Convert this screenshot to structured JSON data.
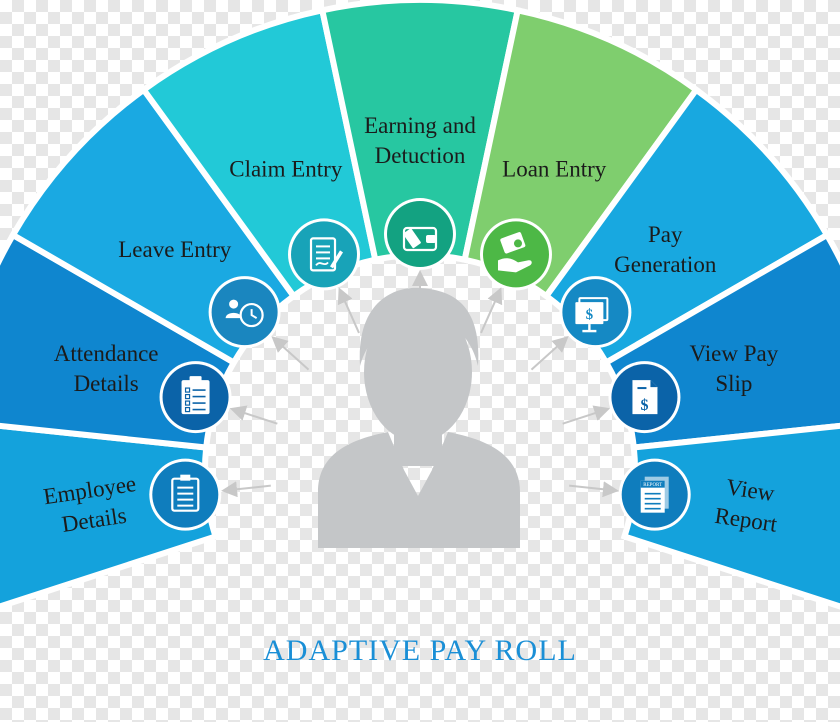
{
  "title": "ADAPTIVE PAY ROLL",
  "colors": {
    "title": "#1a8fd6",
    "person": "#c4c6c8",
    "arrow": "#c8c8c8",
    "divider": "#ffffff"
  },
  "segments": [
    {
      "id": "employee-details",
      "label": [
        "Employee",
        "Details"
      ],
      "icon": "document-form-icon",
      "color": "#14a2dc",
      "icon_color": "#0f7dbd"
    },
    {
      "id": "attendance-details",
      "label": [
        "Attendance",
        "Details"
      ],
      "icon": "checklist-clipboard-icon",
      "color": "#0f86cf",
      "icon_color": "#0b63a8"
    },
    {
      "id": "leave-entry",
      "label": [
        "Leave Entry"
      ],
      "icon": "user-clock-icon",
      "color": "#1aa9e2",
      "icon_color": "#1a86bf"
    },
    {
      "id": "claim-entry",
      "label": [
        "Claim Entry"
      ],
      "icon": "signed-document-icon",
      "color": "#22c9d7",
      "icon_color": "#18a3b8"
    },
    {
      "id": "earning-deduction",
      "label": [
        "Earning and",
        "Detuction"
      ],
      "icon": "wallet-cash-icon",
      "color": "#27c7a1",
      "icon_color": "#13a281"
    },
    {
      "id": "loan-entry",
      "label": [
        "Loan Entry"
      ],
      "icon": "hand-money-icon",
      "color": "#7fce6e",
      "icon_color": "#4db846"
    },
    {
      "id": "pay-generation",
      "label": [
        "Pay",
        "Generation"
      ],
      "icon": "monitor-dollar-icon",
      "color": "#18a8e0",
      "icon_color": "#1589c4"
    },
    {
      "id": "view-pay-slip",
      "label": [
        "View Pay",
        "Slip"
      ],
      "icon": "payslip-dollar-icon",
      "color": "#0f86cf",
      "icon_color": "#0b63a8"
    },
    {
      "id": "view-report",
      "label": [
        "View",
        "Report"
      ],
      "icon": "report-document-icon",
      "color": "#14a2dc",
      "icon_color": "#0f7dbd"
    }
  ],
  "report_icon_text": "REPORT"
}
